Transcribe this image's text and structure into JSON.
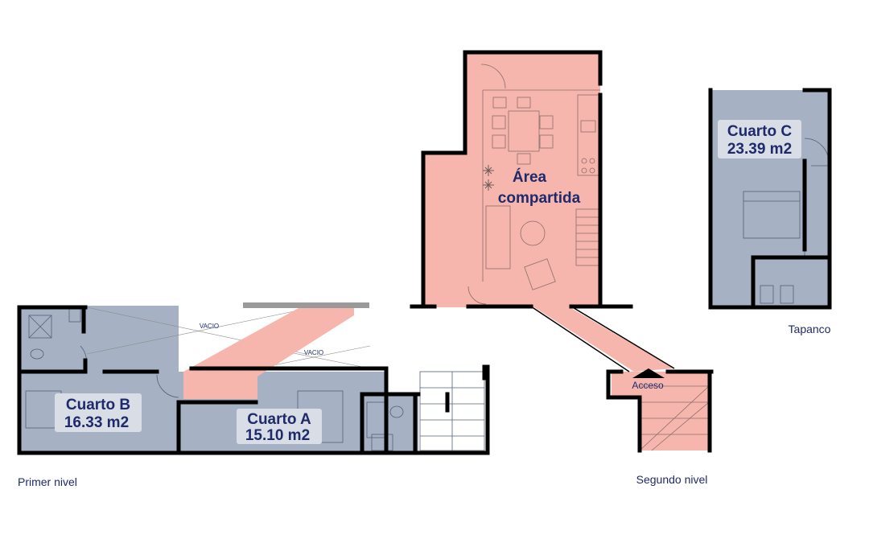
{
  "rooms": {
    "area_compartida": {
      "line1": "Área",
      "line2": "compartida"
    },
    "cuarto_c": {
      "name": "Cuarto C",
      "area": "23.39 m2"
    },
    "cuarto_b": {
      "name": "Cuarto B",
      "area": "16.33 m2"
    },
    "cuarto_a": {
      "name": "Cuarto A",
      "area": "15.10 m2"
    },
    "acceso": {
      "label": "Acceso"
    }
  },
  "levels": {
    "primer": "Primer nivel",
    "segundo": "Segundo nivel",
    "tapanco": "Tapanco"
  },
  "annotations": {
    "vacio_1": "VACIO",
    "vacio_2": "VACIO"
  },
  "colors": {
    "shared": "#f7b6ad",
    "private": "#a7b1c4",
    "wall": "#000000",
    "text": "#1f2a6b",
    "label_bg": "#d9dde6"
  }
}
